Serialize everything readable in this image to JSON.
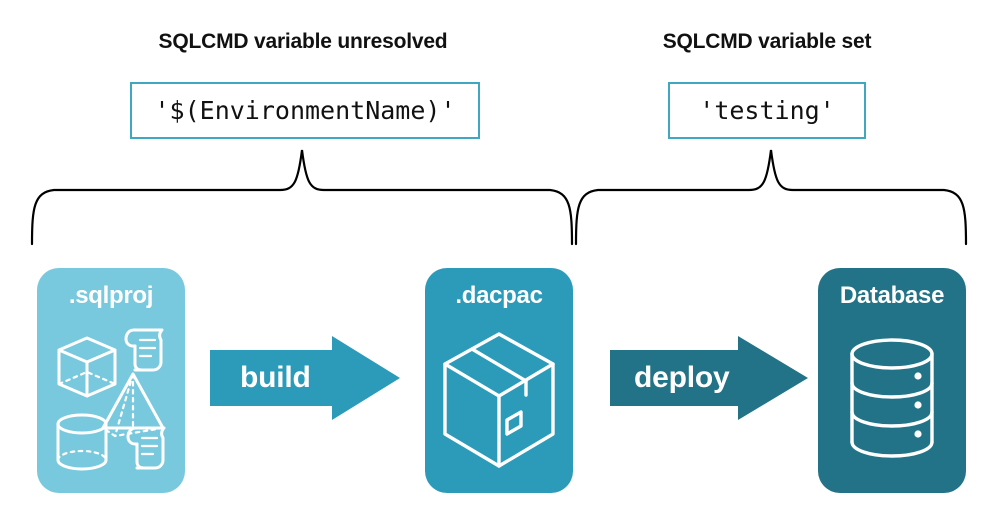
{
  "diagram": {
    "title_left": "SQLCMD variable unresolved",
    "title_right": "SQLCMD variable set",
    "code_left": "'$(EnvironmentName)'",
    "code_right": "'testing'",
    "stages": [
      {
        "id": "sqlproj",
        "label": ".sqlproj",
        "color": "#79C9DE",
        "icons": [
          "cube-icon",
          "scroll-icon",
          "pyramid-icon",
          "cylinder-icon",
          "scroll-icon"
        ]
      },
      {
        "id": "dacpac",
        "label": ".dacpac",
        "color": "#2C9BBA",
        "icons": [
          "package-box-icon"
        ]
      },
      {
        "id": "database",
        "label": "Database",
        "color": "#227387",
        "icons": [
          "database-cylinder-icon"
        ]
      }
    ],
    "arrows": [
      {
        "id": "build",
        "label": "build",
        "color": "#2C9BBA"
      },
      {
        "id": "deploy",
        "label": "deploy",
        "color": "#227387"
      }
    ],
    "braces": [
      {
        "id": "brace-left",
        "covers": "sqlproj-to-dacpac"
      },
      {
        "id": "brace-right",
        "covers": "dacpac-to-database"
      }
    ],
    "colors": {
      "light_teal": "#79C9DE",
      "mid_teal": "#2C9BBA",
      "dark_teal": "#227387",
      "box_border": "#3FA7C2",
      "brace_stroke": "#000000",
      "background": "#FFFFFF",
      "text": "#111111"
    }
  }
}
